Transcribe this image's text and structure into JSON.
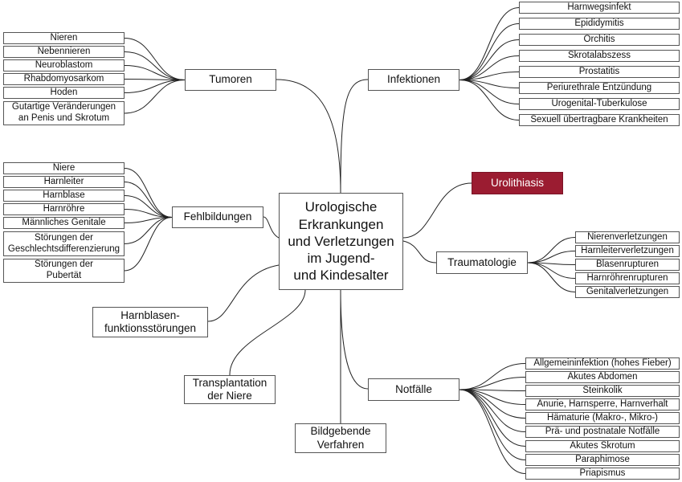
{
  "center": {
    "line1": "Urologische",
    "line2": "Erkrankungen",
    "line3": "und Verletzungen",
    "line4": "im Jugend-",
    "line5": "und Kindesalter"
  },
  "accent_color": "#9b1c31",
  "line_color": "#222222",
  "categories": {
    "tumoren": "Tumoren",
    "infektionen": "Infektionen",
    "fehlbildungen": "Fehlbildungen",
    "urolithiasis": "Urolithiasis",
    "traumatologie": "Traumatologie",
    "harnblasen_line1": "Harnblasen-",
    "harnblasen_line2": "funktionsstörungen",
    "transplantation_line1": "Transplantation",
    "transplantation_line2": "der Niere",
    "notfaelle": "Notfälle",
    "bildgebende_line1": "Bildgebende",
    "bildgebende_line2": "Verfahren"
  },
  "tumoren_items": [
    "Nieren",
    "Nebennieren",
    "Neuroblastom",
    "Rhabdomyosarkom",
    "Hoden"
  ],
  "tumoren_multi_line1": "Gutartige Veränderungen",
  "tumoren_multi_line2": "an Penis und Skrotum",
  "infektionen_items": [
    "Harnwegsinfekt",
    "Epididymitis",
    "Orchitis",
    "Skrotalabszess",
    "Prostatitis",
    "Periurethrale Entzündung",
    "Urogenital-Tuberkulose",
    "Sexuell übertragbare Krankheiten"
  ],
  "fehlbildungen_items": [
    "Niere",
    "Harnleiter",
    "Harnblase",
    "Harnröhre",
    "Männliches Genitale"
  ],
  "fehl_multi1_line1": "Störungen der",
  "fehl_multi1_line2": "Geschlechtsdifferenzierung",
  "fehl_multi2_line1": "Störungen der",
  "fehl_multi2_line2": "Pubertät",
  "traumatologie_items": [
    "Nierenverletzungen",
    "Harnleiterverletzungen",
    "Blasenrupturen",
    "Harnröhrenrupturen",
    "Genitalverletzungen"
  ],
  "notfaelle_items": [
    "Allgemeininfektion (hohes Fieber)",
    "Akutes Abdomen",
    "Steinkolik",
    "Anurie, Harnsperre, Harnverhalt",
    "Hämaturie (Makro-, Mikro-)",
    "Prä- und postnatale Notfälle",
    "Akutes Skrotum",
    "Paraphimose",
    "Priapismus"
  ]
}
